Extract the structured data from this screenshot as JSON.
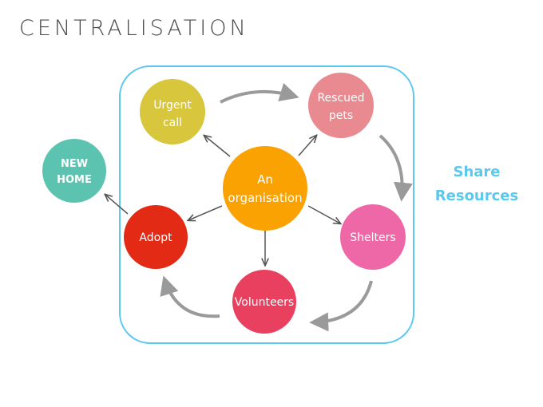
{
  "title": "CENTRALISATION",
  "side_label": [
    "Share",
    "Resources"
  ],
  "colors": {
    "frame": "#5ac8f0",
    "arrow": "#9a9a9a",
    "center": "#f9a202",
    "urgent": "#d8c63c",
    "rescued": "#e88a90",
    "shelters": "#ee67a7",
    "volunteers": "#e8405e",
    "adopt": "#e32a14",
    "new_home": "#5cc3b0"
  },
  "nodes": {
    "center": [
      "An",
      "organisation"
    ],
    "urgent": [
      "Urgent",
      "call"
    ],
    "rescued": [
      "Rescued",
      "pets"
    ],
    "shelters": [
      "Shelters"
    ],
    "volunteers": [
      "Volunteers"
    ],
    "adopt": [
      "Adopt"
    ],
    "new_home": [
      "NEW",
      "HOME"
    ]
  }
}
